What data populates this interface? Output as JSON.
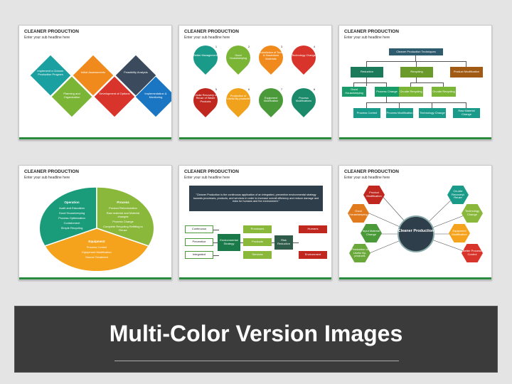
{
  "common": {
    "title": "CLEANER PRODUCTION",
    "subtitle": "Enter your sub headline here"
  },
  "slide1": {
    "items": [
      "Implement a Cleaner Production Program",
      "Planning and Organization",
      "Initial Assessments",
      "Development of Options",
      "Feasibility Analysis",
      "Implementation & Monitoring"
    ],
    "colors": [
      "#1aa0a0",
      "#7ab536",
      "#f08a1c",
      "#d9342b",
      "#3b4a5c",
      "#1a76c2"
    ]
  },
  "slide2": {
    "items": [
      {
        "num": "1",
        "label": "Better Management",
        "color": "#1a9b8a"
      },
      {
        "num": "2",
        "label": "Good Housekeeping",
        "color": "#7ab536"
      },
      {
        "num": "3",
        "label": "Substitution of Toxic & Hazardous Materials",
        "color": "#f08a1c"
      },
      {
        "num": "4",
        "label": "Technology Change",
        "color": "#d9342b"
      },
      {
        "num": "5",
        "label": "Onsite Recovery or Reuse of Waste Products",
        "color": "#c0271f"
      },
      {
        "num": "6",
        "label": "Production of Useful By-products",
        "color": "#f0a21c"
      },
      {
        "num": "7",
        "label": "Equipment Modification",
        "color": "#4a9a3a"
      },
      {
        "num": "8",
        "label": "Process Modifications",
        "color": "#1a8a6a"
      }
    ]
  },
  "slide3": {
    "root": "Cleaner Production Techniques",
    "level1": [
      "Reduction",
      "Recycling",
      "Product Modification"
    ],
    "level2": [
      "Good Housekeeping",
      "Process Change",
      "On-site Recycling",
      "On-site Recycling"
    ],
    "level3": [
      "Process Control",
      "Process Modification",
      "Technology Change",
      "Raw Material Change"
    ]
  },
  "slide4": {
    "operation": {
      "title": "Operation",
      "items": [
        "Audit and Education",
        "Good Housekeeping",
        "Process Optimization",
        "Containment",
        "Simple Recycling"
      ]
    },
    "process": {
      "title": "Process",
      "items": [
        "Product Reformulation",
        "Raw material and Material changes",
        "Process Change",
        "Complete Recycling Refitting to Reuse"
      ]
    },
    "equipment": {
      "title": "Equipment",
      "items": [
        "Process Control",
        "Equipment Modification",
        "Source Treatment"
      ]
    }
  },
  "slide5": {
    "quote": "\"Cleaner Production is the continuous application of an integrated, preventive environmental strategy towards processes, products, and services in order to increase overall efficiency and reduce damage and risks for humans and the environment.\"",
    "left": [
      "Continuous",
      "Preventive",
      "Integrated"
    ],
    "center": "Environmental Strategy",
    "mid": [
      "Processes",
      "Products",
      "Services"
    ],
    "risk": "Risk Reduction",
    "right": [
      "Humans",
      "Environment"
    ]
  },
  "slide6": {
    "center": "Cleaner Production",
    "left": [
      "Product Modification",
      "Good Housekeeping",
      "Input Material Change",
      "Production of Useful By-products"
    ],
    "right": [
      "On-site Recovery/ Reuse",
      "Technology Change",
      "Equipment Modification",
      "Better Process Control"
    ]
  },
  "banner": {
    "text": "Multi-Color Version Images"
  }
}
